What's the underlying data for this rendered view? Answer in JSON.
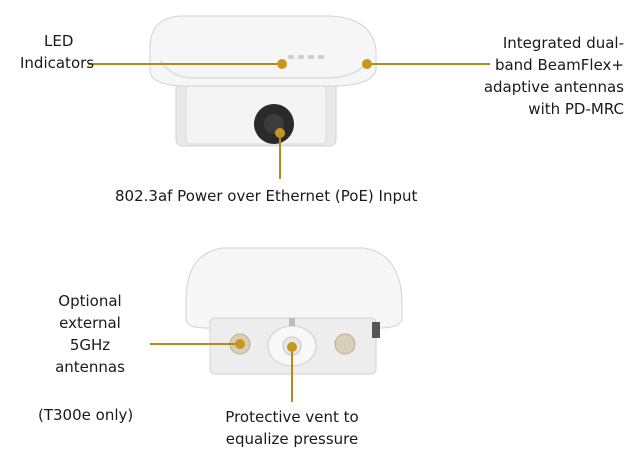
{
  "colors": {
    "accent": "#c9961c",
    "device_body": "#f1f1f1",
    "device_shadow": "#cfcfcf",
    "port": "#222222"
  },
  "top_device": {
    "led_label_line1": "LED",
    "led_label_line2": "Indicators",
    "antenna_label_line1": "Integrated dual-",
    "antenna_label_line2": "band BeamFlex+",
    "antenna_label_line3": "adaptive antennas",
    "antenna_label_line4": "with PD-MRC",
    "poe_label": "802.3af Power over Ethernet (PoE) Input"
  },
  "bottom_device": {
    "ext_label_line1": "Optional",
    "ext_label_line2": "external",
    "ext_label_line3": "5GHz",
    "ext_label_line4": "antennas",
    "ext_note": "(T300e only)",
    "vent_label_line1": "Protective vent to",
    "vent_label_line2": "equalize pressure"
  }
}
